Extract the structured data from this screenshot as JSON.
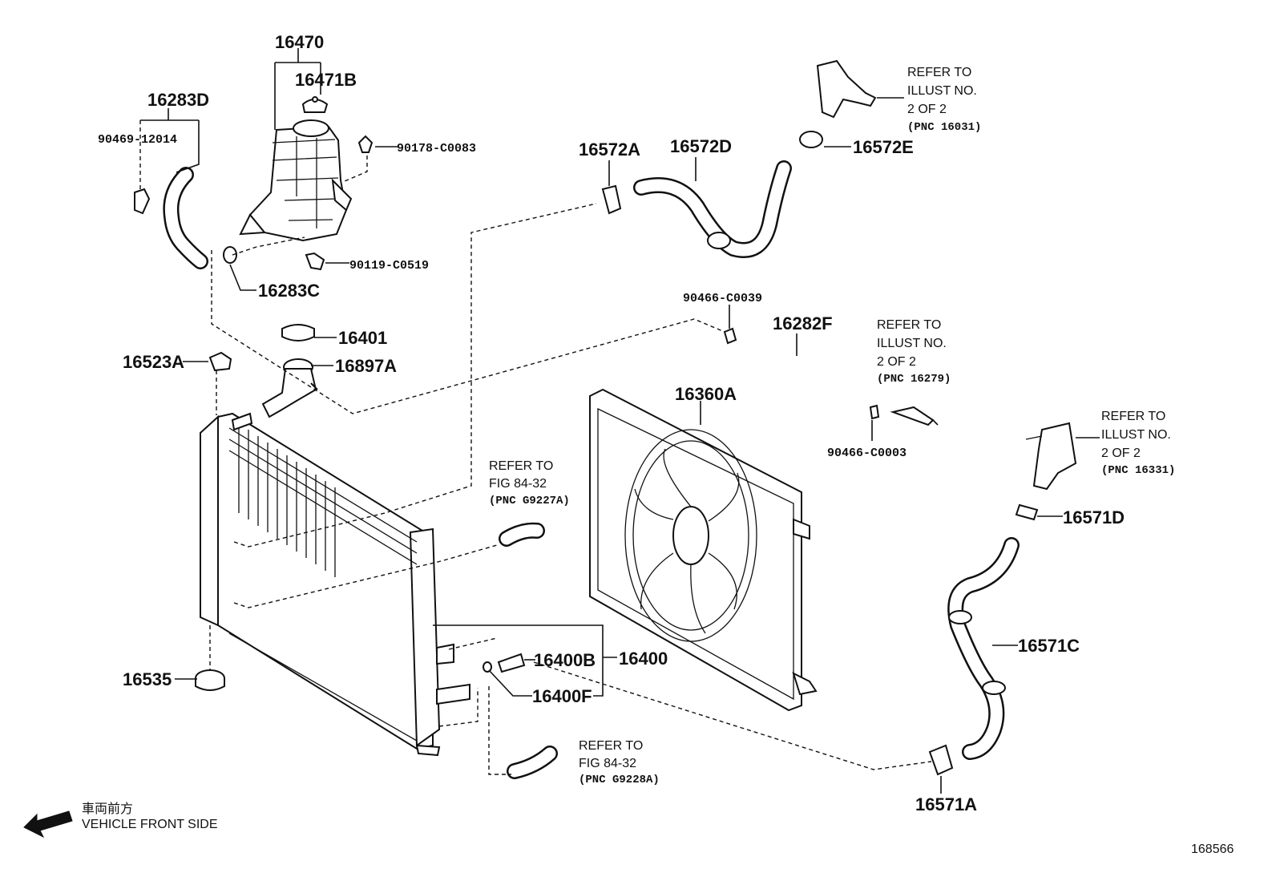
{
  "labels": {
    "p16470": "16470",
    "p16471b": "16471B",
    "p16283d": "16283D",
    "p90469": "90469-12014",
    "p90178": "90178-C0083",
    "p90119": "90119-C0519",
    "p16283c": "16283C",
    "p16401": "16401",
    "p16523a": "16523A",
    "p16897a": "16897A",
    "p16572a": "16572A",
    "p16572d": "16572D",
    "p16572e": "16572E",
    "p90466c0039": "90466-C0039",
    "p16282f": "16282F",
    "p16360a": "16360A",
    "p90466c0003": "90466-C0003",
    "p16571d": "16571D",
    "p16571c": "16571C",
    "p16571a": "16571A",
    "p16400": "16400",
    "p16400b": "16400B",
    "p16400f": "16400F",
    "p16535": "16535"
  },
  "notes": {
    "n16031": [
      "REFER TO",
      "ILLUST NO.",
      "2 OF 2",
      "(PNC 16031)"
    ],
    "n16279": [
      "REFER TO",
      "ILLUST NO.",
      "2 OF 2",
      "(PNC 16279)"
    ],
    "n16331": [
      "REFER TO",
      "ILLUST NO.",
      "2 OF 2",
      "(PNC 16331)"
    ],
    "nG9227A": [
      "REFER TO",
      "FIG 84-32",
      "(PNC G9227A)"
    ],
    "nG9228A": [
      "REFER TO",
      "FIG 84-32",
      "(PNC G9228A)"
    ]
  },
  "footer": {
    "direction_jp": "車両前方",
    "direction_en": "VEHICLE FRONT SIDE",
    "illustration_id": "168566"
  },
  "colors": {
    "ink": "#111111",
    "background": "#ffffff"
  },
  "icons": {
    "front_arrow": "arrow-left-icon"
  }
}
